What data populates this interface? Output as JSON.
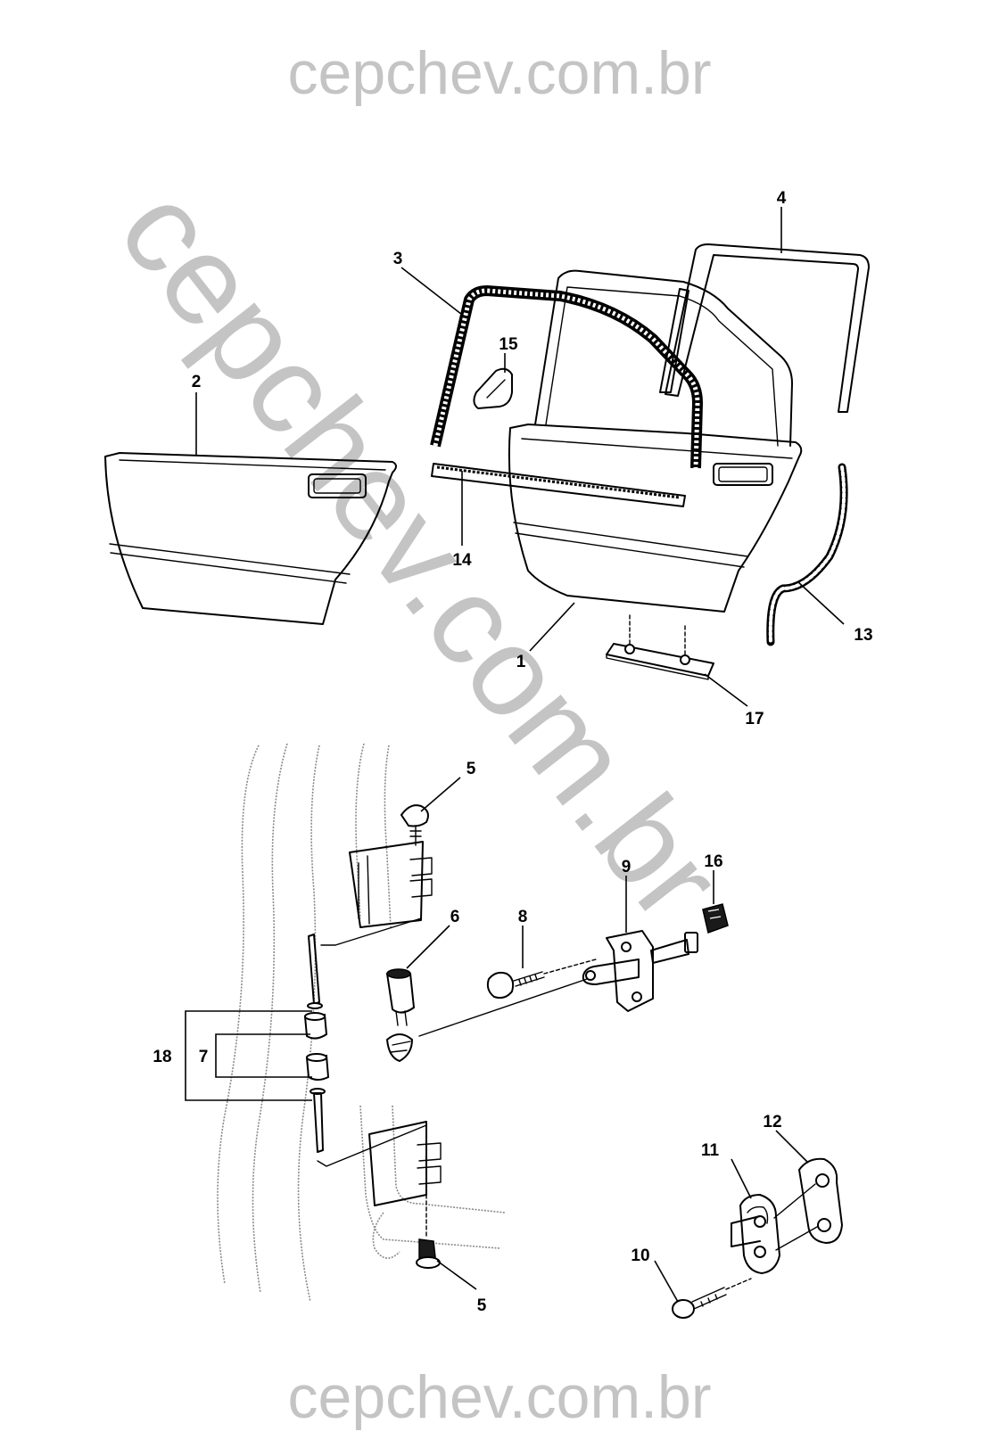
{
  "watermark": {
    "top": "cepchev.com.br",
    "bottom": "cepchev.com.br",
    "diagonal": "cepchev.com.br"
  },
  "callouts": {
    "c1": "1",
    "c2": "2",
    "c3": "3",
    "c4": "4",
    "c5a": "5",
    "c5b": "5",
    "c6": "6",
    "c7": "7",
    "c8": "8",
    "c9": "9",
    "c10": "10",
    "c11": "11",
    "c12": "12",
    "c13": "13",
    "c14": "14",
    "c15": "15",
    "c16": "16",
    "c17": "17",
    "c18": "18"
  }
}
